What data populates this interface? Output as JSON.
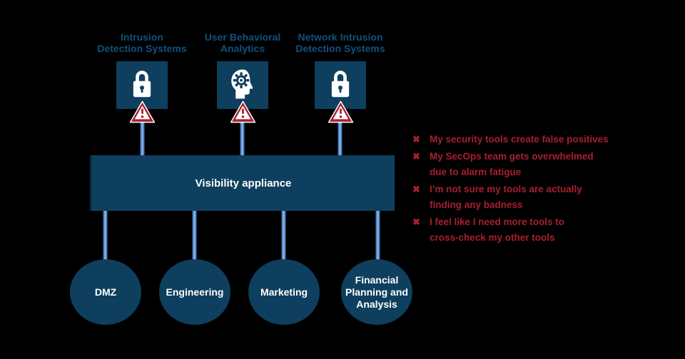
{
  "colors": {
    "navy": "#0e3f5e",
    "label_blue": "#10517d",
    "alert_red": "#a81f2e",
    "line_blue": "#4a7ebc",
    "line_edge": "#1f3864",
    "line_highlight": "#93b9e6",
    "text_white": "#ffffff"
  },
  "tools": [
    {
      "name": "Intrusion Detection Systems",
      "label_lines": [
        "Intrusion",
        "Detection Systems"
      ],
      "icon": "lock-icon",
      "alert": "warning-triangle-icon"
    },
    {
      "name": "User Behavioral Analytics",
      "label_lines": [
        "User Behavioral",
        "Analytics"
      ],
      "icon": "brain-gear-icon",
      "alert": "warning-triangle-icon"
    },
    {
      "name": "Network Intrusion Detection Systems",
      "label_lines": [
        "Network Intrusion",
        "Detection Systems"
      ],
      "icon": "lock-icon",
      "alert": "warning-triangle-icon"
    }
  ],
  "appliance": {
    "label": "Visibility appliance"
  },
  "segments": [
    {
      "label_lines": [
        "DMZ"
      ]
    },
    {
      "label_lines": [
        "Engineering"
      ]
    },
    {
      "label_lines": [
        "Marketing"
      ]
    },
    {
      "label_lines": [
        "Financial",
        "Planning and",
        "Analysis"
      ]
    }
  ],
  "pain_points": {
    "marker": "✖",
    "items": [
      {
        "lines": [
          "My security tools create false positives"
        ]
      },
      {
        "lines": [
          "My SecOps team gets overwhelmed",
          "due to alarm fatigue"
        ]
      },
      {
        "lines": [
          "I’m not sure my tools are actually",
          "finding any badness"
        ]
      },
      {
        "lines": [
          "I feel like I need more tools to",
          "cross-check my other tools"
        ]
      }
    ]
  }
}
